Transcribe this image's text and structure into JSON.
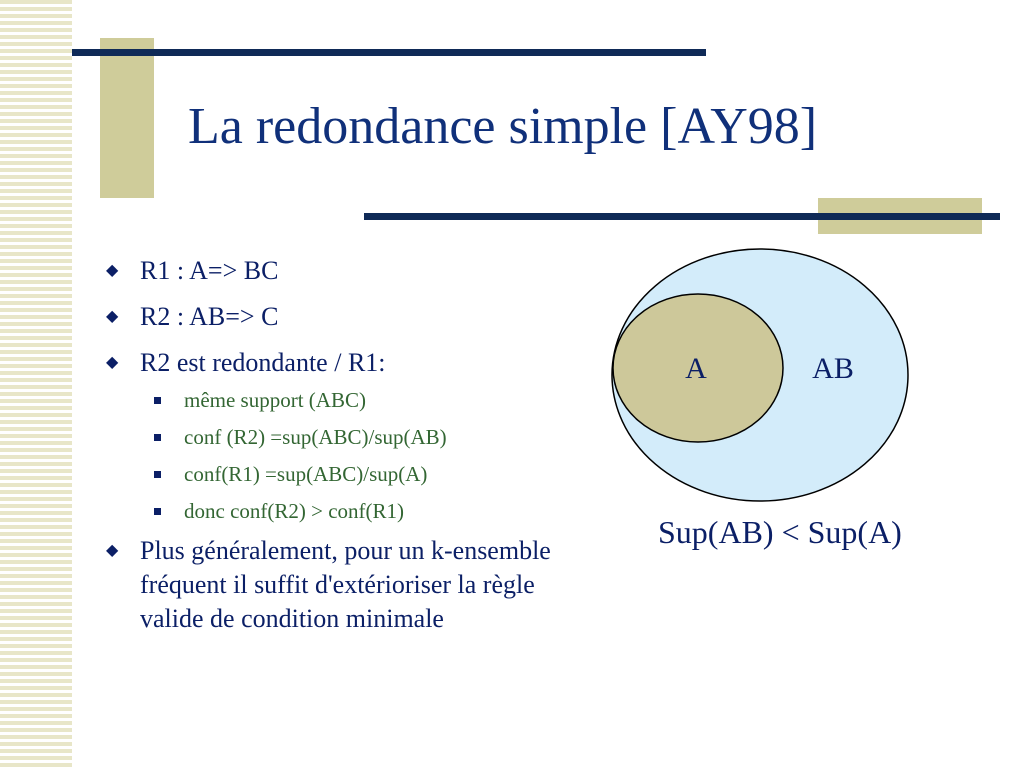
{
  "slide": {
    "title": "La redondance simple [AY98]",
    "bullets": [
      {
        "text": "R1 : A=> BC"
      },
      {
        "text": "R2 : AB=> C"
      },
      {
        "text": "R2 est redondante / R1:"
      }
    ],
    "sub_bullets": [
      {
        "text": "même support (ABC)"
      },
      {
        "text": "conf (R2) =sup(ABC)/sup(AB)"
      },
      {
        "text": "conf(R1) =sup(ABC)/sup(A)"
      },
      {
        "text": "donc conf(R2) > conf(R1)"
      }
    ],
    "last_bullet": "Plus généralement, pour un k-ensemble fréquent  il suffit d'extérioriser la règle valide de condition minimale"
  },
  "diagram": {
    "inner_label": "A",
    "outer_label": "AB",
    "caption": "Sup(AB) < Sup(A)"
  },
  "colors": {
    "title": "#10307a",
    "text": "#0b1f66",
    "sub_text": "#336633",
    "bar": "#0f2a57",
    "accent_block": "#cfcc9a",
    "outer_circle_fill": "#d3ecfa",
    "inner_circle_fill": "#cdc89a"
  }
}
